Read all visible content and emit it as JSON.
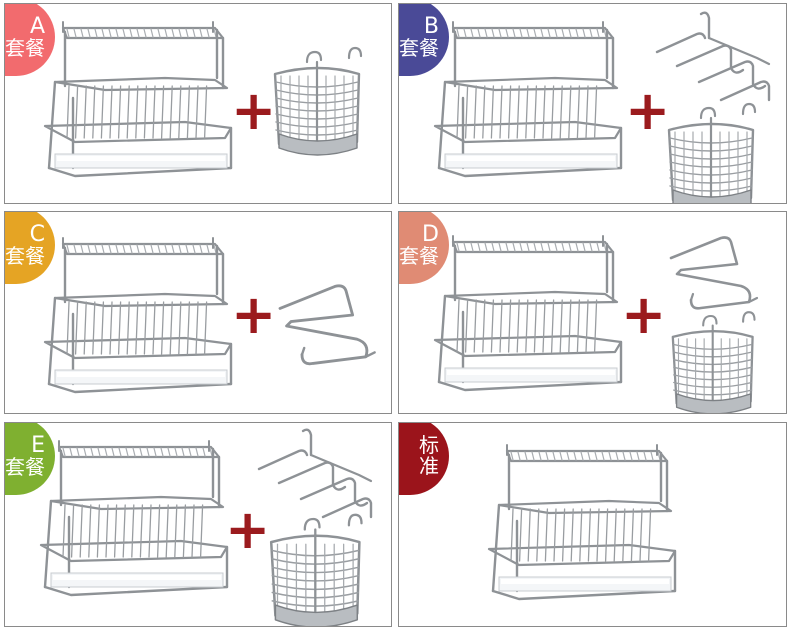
{
  "colors": {
    "A": "#f26b6e",
    "B": "#4a4a97",
    "C": "#e5a424",
    "D": "#e08b74",
    "E": "#7fb030",
    "standard": "#9b141b",
    "plus": "#9b1b1e",
    "steel": "#8e9296"
  },
  "packages": [
    {
      "id": "A",
      "badge_line1": "A",
      "badge_line2": "套餐",
      "plus": "+",
      "addons": [
        "utensil-holder"
      ]
    },
    {
      "id": "B",
      "badge_line1": "B",
      "badge_line2": "套餐",
      "plus": "+",
      "addons": [
        "triple-hook",
        "utensil-holder"
      ]
    },
    {
      "id": "C",
      "badge_line1": "C",
      "badge_line2": "套餐",
      "plus": "+",
      "addons": [
        "single-hook"
      ]
    },
    {
      "id": "D",
      "badge_line1": "D",
      "badge_line2": "套餐",
      "plus": "+",
      "addons": [
        "single-hook",
        "utensil-holder"
      ]
    },
    {
      "id": "E",
      "badge_line1": "E",
      "badge_line2": "套餐",
      "plus": "+",
      "addons": [
        "triple-hook",
        "utensil-holder"
      ]
    },
    {
      "id": "standard",
      "badge_line1": "标",
      "badge_line2": "准",
      "plus": "",
      "addons": []
    }
  ]
}
